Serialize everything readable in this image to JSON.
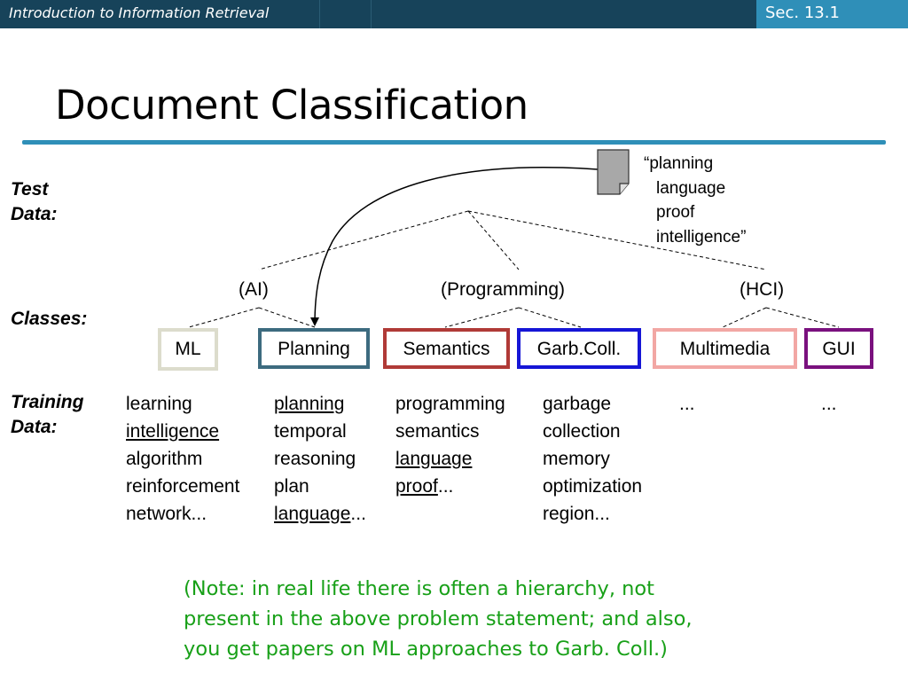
{
  "header": {
    "course_title": "Introduction to Information Retrieval",
    "section": "Sec. 13.1"
  },
  "slide": {
    "title": "Document Classification"
  },
  "diagram": {
    "labels": {
      "test_data": [
        "Test",
        "Data:"
      ],
      "classes": "Classes:",
      "training_data": [
        "Training",
        "Data:"
      ]
    },
    "test_document": {
      "words": [
        "“planning",
        "language",
        "proof",
        "intelligence”"
      ]
    },
    "groups": [
      {
        "label": "(AI)"
      },
      {
        "label": "(Programming)"
      },
      {
        "label": "(HCI)"
      }
    ],
    "classes": [
      {
        "label": "ML",
        "border_color": "#dcdccc"
      },
      {
        "label": "Planning",
        "border_color": "#3d6b7f"
      },
      {
        "label": "Semantics",
        "border_color": "#b03a37"
      },
      {
        "label": "Garb.Coll.",
        "border_color": "#1616d6"
      },
      {
        "label": "Multimedia",
        "border_color": "#f2a7a4"
      },
      {
        "label": "GUI",
        "border_color": "#7a117e"
      }
    ],
    "training": [
      {
        "words": [
          {
            "prefix": "",
            "u": "",
            "text": "learning"
          },
          {
            "prefix": "",
            "u": "intelligence",
            "text": ""
          },
          {
            "prefix": "",
            "u": "",
            "text": "algorithm"
          },
          {
            "prefix": "",
            "u": "",
            "text": "reinforcement"
          },
          {
            "prefix": "",
            "u": "",
            "text": "network..."
          }
        ]
      },
      {
        "words": [
          {
            "prefix": "",
            "u": "planning",
            "text": ""
          },
          {
            "prefix": "",
            "u": "",
            "text": "temporal"
          },
          {
            "prefix": "",
            "u": "",
            "text": "reasoning"
          },
          {
            "prefix": "",
            "u": "",
            "text": "plan"
          },
          {
            "prefix": "",
            "u": "language",
            "text": "..."
          }
        ]
      },
      {
        "words": [
          {
            "prefix": "",
            "u": "",
            "text": "programming"
          },
          {
            "prefix": "",
            "u": "",
            "text": "semantics"
          },
          {
            "prefix": "",
            "u": "language",
            "text": ""
          },
          {
            "prefix": "",
            "u": "proof",
            "text": "..."
          }
        ]
      },
      {
        "words": [
          {
            "prefix": "",
            "u": "",
            "text": "garbage"
          },
          {
            "prefix": "",
            "u": "",
            "text": "collection"
          },
          {
            "prefix": "",
            "u": "",
            "text": "memory"
          },
          {
            "prefix": "",
            "u": "",
            "text": "optimization"
          },
          {
            "prefix": "",
            "u": "",
            "text": "region..."
          }
        ]
      },
      {
        "words": [
          {
            "prefix": "",
            "u": "",
            "text": "..."
          }
        ]
      },
      {
        "words": [
          {
            "prefix": "",
            "u": "",
            "text": "..."
          }
        ]
      }
    ]
  },
  "note": {
    "lines": [
      "(Note: in real life there is often a hierarchy, not",
      "present in the above problem statement; and also,",
      "you get papers on ML approaches to Garb. Coll.)"
    ],
    "color": "#18a018"
  }
}
